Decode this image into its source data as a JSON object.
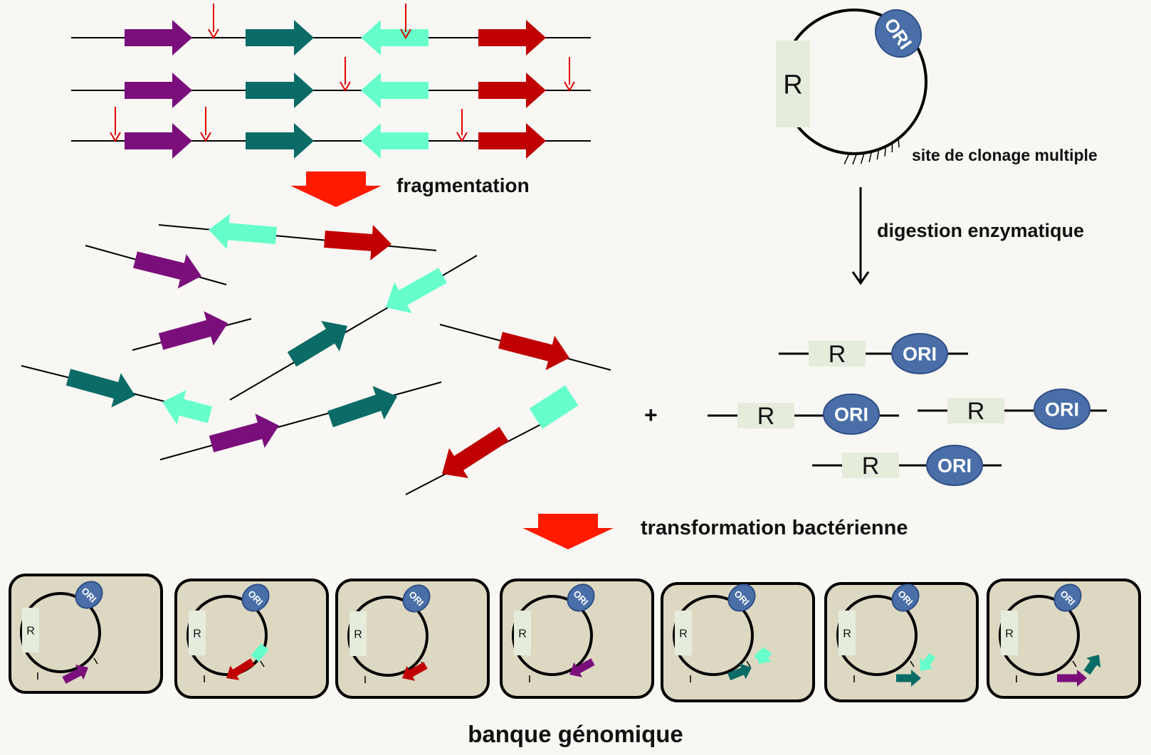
{
  "labels": {
    "fragmentation": "fragmentation",
    "mcs": "site de clonage multiple",
    "digestion": "digestion enzymatique",
    "transformation": "transformation bactérienne",
    "library": "banque génomique",
    "plus": "+"
  },
  "plasmid": {
    "resistance": "R",
    "origin": "ORI"
  },
  "colors": {
    "purple": "#7a0f7c",
    "teal": "#0b6b66",
    "aqua": "#66ffcc",
    "red": "#c00000",
    "cut": "#e00000",
    "ori_fill": "#4a6fa8",
    "resistance_box": "#e6ecdc",
    "cell_fill": "#ddd8c2",
    "big_arrow": "#ff1a00"
  },
  "fragments": [
    {
      "genes": [
        "aqua",
        "red"
      ]
    },
    {
      "genes": [
        "purple"
      ]
    },
    {
      "genes": [
        "purple"
      ]
    },
    {
      "genes": [
        "teal",
        "aqua"
      ]
    },
    {
      "genes": [
        "red"
      ]
    },
    {
      "genes": [
        "teal",
        "aqua"
      ]
    },
    {
      "genes": [
        "purple",
        "teal"
      ]
    },
    {
      "genes": [
        "red",
        "aqua"
      ]
    }
  ],
  "linearized_vectors": [
    {
      "resistance": "R",
      "origin": "ORI"
    },
    {
      "resistance": "R",
      "origin": "ORI"
    },
    {
      "resistance": "R",
      "origin": "ORI"
    },
    {
      "resistance": "R",
      "origin": "ORI"
    }
  ],
  "cells": [
    {
      "inserts": [
        "purple"
      ]
    },
    {
      "inserts": [
        "red",
        "aqua"
      ]
    },
    {
      "inserts": [
        "red"
      ]
    },
    {
      "inserts": [
        "purple"
      ]
    },
    {
      "inserts": [
        "teal",
        "aqua"
      ]
    },
    {
      "inserts": [
        "teal",
        "aqua"
      ]
    },
    {
      "inserts": [
        "purple",
        "teal"
      ]
    }
  ]
}
